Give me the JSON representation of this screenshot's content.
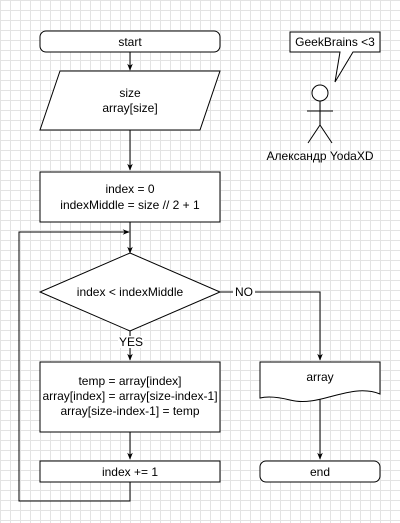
{
  "nodes": {
    "start": "start",
    "input_line1": "size",
    "input_line2": "array[size]",
    "init_line1": "index = 0",
    "init_line2": "indexMiddle = size // 2 + 1",
    "condition": "index < indexMiddle",
    "swap_line1": "temp = array[index]",
    "swap_line2": "array[index] = array[size-index-1]",
    "swap_line3": "array[size-index-1] = temp",
    "increment": "index += 1",
    "output": "array",
    "end": "end"
  },
  "edges": {
    "no_label": "NO",
    "yes_label": "YES"
  },
  "annotation": {
    "callout": "GeekBrains <3",
    "actor_name": "Александр YodaXD"
  }
}
